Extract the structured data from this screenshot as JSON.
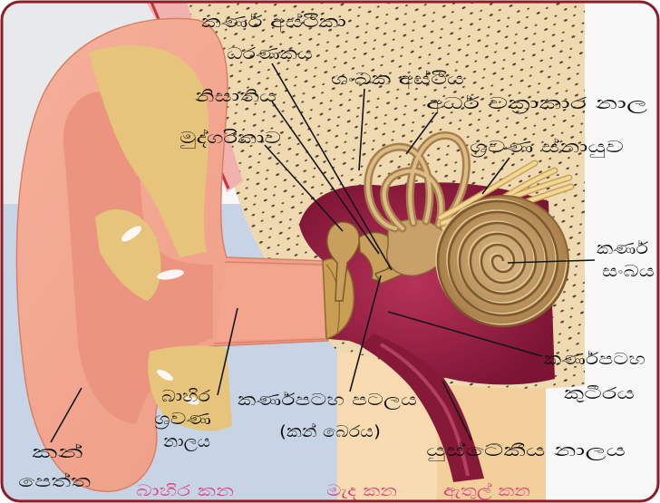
{
  "labels": {
    "ossicles": "කර්ණ අස්ථිකා",
    "stapes": "ධරණකය",
    "temporal_bone": "ශංඛක අස්ථිය",
    "incus": "නිසාතිය",
    "semicircular_canals": "අර්ධ චක්‍රාකාර නාල",
    "malleus": "මුද්ගරිකාව",
    "auditory_nerve": "ශ්‍රවණ ස්නායුව",
    "cochlea": [
      "කර්ණ",
      "සංබය"
    ],
    "tympanic_cavity": [
      "කර්ණපටහ",
      "කුටීරය"
    ],
    "ear_canal": [
      "බාහිර",
      "ශ්‍රවණ",
      "නාලය"
    ],
    "eardrum": "කර්ණපටහ පටලය",
    "eardrum_common": "(කන් බෙරය)",
    "eustachian_tube": "යුස්ටේකීය නාලය",
    "pinna": [
      "කන්",
      "පෙත්ත"
    ]
  },
  "regions": {
    "outer_ear": "බාහිර කන",
    "middle_ear": "මැද කන",
    "inner_ear": "ඇතුල් කන"
  },
  "colors": {
    "frame": "#8c1d26",
    "label_text": "#111111",
    "region_label_text": "#e23d7c",
    "outer_ear_zone": "#c6d4e6",
    "middle_ear_zone": "#f8dbb0",
    "inner_ear_zone": "#f2cf9b"
  }
}
